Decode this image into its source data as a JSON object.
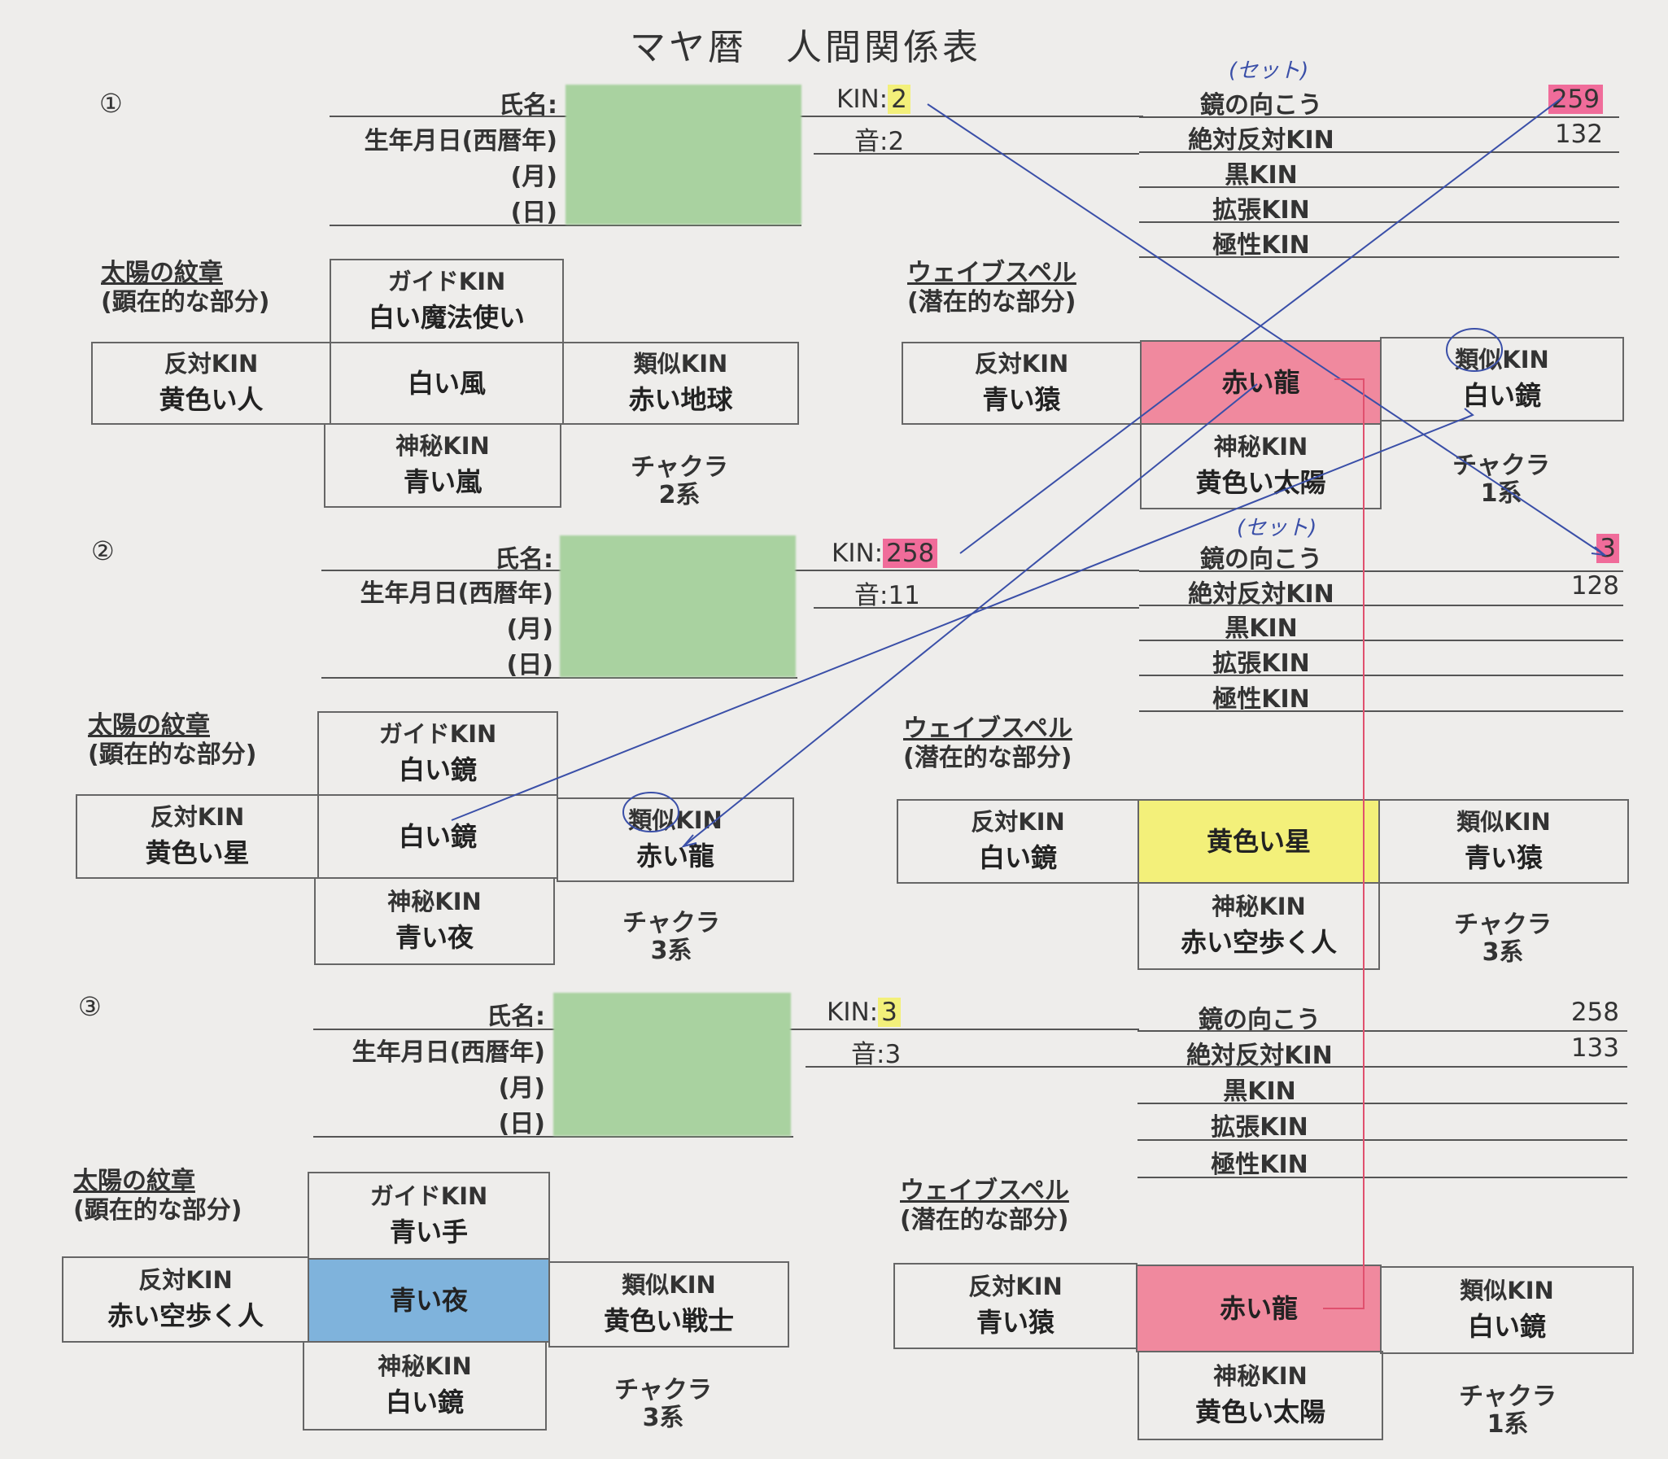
{
  "title": "マヤ暦　人間関係表",
  "labels": {
    "name": "氏名:",
    "birth_year": "生年月日(西暦年)",
    "month": "(月)",
    "day": "(日)",
    "kin": "KIN:",
    "tone": "音:",
    "mirror": "鏡の向こう",
    "abs_opposite": "絶対反対KIN",
    "black": "黒KIN",
    "extended": "拡張KIN",
    "polar": "極性KIN",
    "sun_seal_title": "太陽の紋章",
    "sun_seal_sub": "(顕在的な部分)",
    "wavespell_title": "ウェイブスペル",
    "wavespell_sub": "(潜在的な部分)",
    "guide": "ガイドKIN",
    "opposite": "反対KIN",
    "analog": "類似KIN",
    "occult": "神秘KIN",
    "chakra": "チャクラ",
    "set_note": "(セット)"
  },
  "persons": [
    {
      "index": "①",
      "kin": "2",
      "tone": "2",
      "mirror": "259",
      "abs_opposite": "132",
      "sun": {
        "guide": "白い魔法使い",
        "opposite": "黄色い人",
        "center": "白い風",
        "analog": "赤い地球",
        "occult": "青い嵐",
        "chakra": "2系"
      },
      "wave": {
        "opposite": "青い猿",
        "center": "赤い龍",
        "analog": "白い鏡",
        "occult": "黄色い太陽",
        "chakra": "1系"
      }
    },
    {
      "index": "②",
      "kin": "258",
      "tone": "11",
      "mirror": "3",
      "abs_opposite": "128",
      "sun": {
        "guide": "白い鏡",
        "opposite": "黄色い星",
        "center": "白い鏡",
        "analog": "赤い龍",
        "occult": "青い夜",
        "chakra": "3系"
      },
      "wave": {
        "opposite": "白い鏡",
        "center": "黄色い星",
        "analog": "青い猿",
        "occult": "赤い空歩く人",
        "chakra": "3系"
      }
    },
    {
      "index": "③",
      "kin": "3",
      "tone": "3",
      "mirror": "258",
      "abs_opposite": "133",
      "sun": {
        "guide": "青い手",
        "opposite": "赤い空歩く人",
        "center": "青い夜",
        "analog": "黄色い戦士",
        "occult": "白い鏡",
        "chakra": "3系"
      },
      "wave": {
        "opposite": "青い猿",
        "center": "赤い龍",
        "analog": "白い鏡",
        "occult": "黄色い太陽",
        "chakra": "1系"
      }
    }
  ]
}
